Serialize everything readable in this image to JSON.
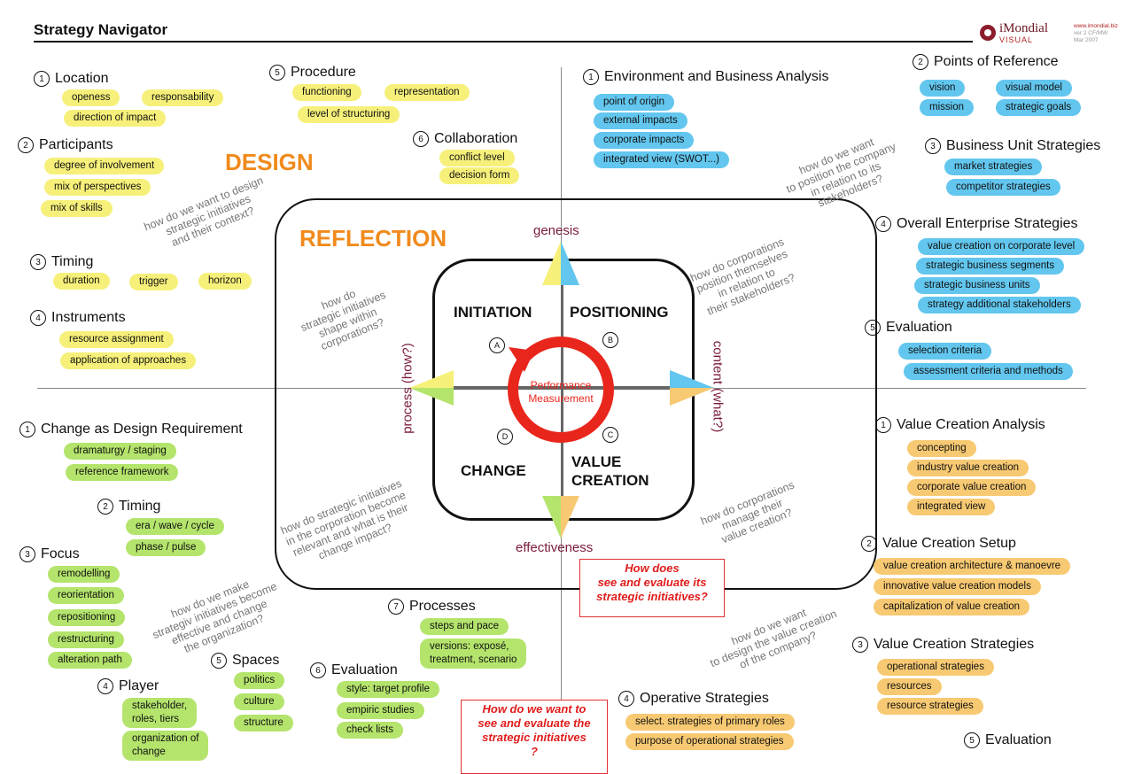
{
  "header": {
    "title": "Strategy Navigator",
    "logo_name": "iMondial",
    "logo_sub": "VISUAL",
    "meta_url": "www.imondial.biz",
    "meta_ver": "ver 2 CF/MW",
    "meta_date": "Mar 2007"
  },
  "design_label": "DESIGN",
  "reflection_label": "REFLECTION",
  "axes": {
    "genesis": "genesis",
    "effectiveness": "effectiveness",
    "process": "process (how?)",
    "content": "content (what?)"
  },
  "core": {
    "initiation": "INITIATION",
    "positioning": "POSITIONING",
    "change": "CHANGE",
    "value_creation": "VALUE\nCREATION",
    "center": "Performance\nMeasurement",
    "a": "A",
    "b": "B",
    "c": "C",
    "d": "D"
  },
  "questions": {
    "design": "how do we want to design\nstrategic initiatives\nand their context?",
    "shape": "how do\nstrategic initiatives\nshape within\ncorporations?",
    "position_company": "how do we want\nto position the company\nin relation to its\nstakeholders?",
    "position_corps": "how do corporations\nposition themselves\nin relation to\ntheir stakeholders?",
    "relevant": "how do strategic initiatives\nin the corporation become\nrelevant and what is their\nchange impact?",
    "manage": "how do corporations\nmanage their\nvalue creation?",
    "effective": "how do we make\nstrategiv initiatives become\neffective and change\nthe organization?",
    "design_value": "how do we want\nto design the value creation\nof the company?"
  },
  "red_boxes": {
    "r1": "How does\nsee and evaluate its\nstrategic initiatives?",
    "r2": "How do we want to\nsee and evaluate the\nstrategic initiatives\n?"
  },
  "sections": {
    "location": {
      "num": "1",
      "title": "Location",
      "items": [
        "openess",
        "responsability",
        "direction of impact"
      ]
    },
    "participants": {
      "num": "2",
      "title": "Participants",
      "items": [
        "degree of involvement",
        "mix of perspectives",
        "mix of skills"
      ]
    },
    "timing_tl": {
      "num": "3",
      "title": "Timing",
      "items": [
        "duration",
        "trigger",
        "horizon"
      ]
    },
    "instruments": {
      "num": "4",
      "title": "Instruments",
      "items": [
        "resource assignment",
        "application of approaches"
      ]
    },
    "procedure": {
      "num": "5",
      "title": "Procedure",
      "items": [
        "functioning",
        "representation",
        "level of structuring"
      ]
    },
    "collaboration": {
      "num": "6",
      "title": "Collaboration",
      "items": [
        "conflict level",
        "decision form"
      ]
    },
    "environment": {
      "num": "1",
      "title": "Environment and Business Analysis",
      "items": [
        "point of origin",
        "external impacts",
        "corporate impacts",
        "integrated view (SWOT...)"
      ]
    },
    "points": {
      "num": "2",
      "title": "Points of Reference",
      "items": [
        "vision",
        "visual model",
        "mission",
        "strategic goals"
      ]
    },
    "bus": {
      "num": "3",
      "title": "Business Unit Strategies",
      "items": [
        "market strategies",
        "competitor strategies"
      ]
    },
    "overall": {
      "num": "4",
      "title": "Overall Enterprise Strategies",
      "items": [
        "value creation on corporate level",
        "strategic business segments",
        "strategic business units",
        "strategy additional stakeholders"
      ]
    },
    "evaluation_tr": {
      "num": "5",
      "title": "Evaluation",
      "items": [
        "selection criteria",
        "assessment criteria and methods"
      ]
    },
    "change_req": {
      "num": "1",
      "title": "Change as Design Requirement",
      "items": [
        "dramaturgy / staging",
        "reference framework"
      ]
    },
    "timing_bl": {
      "num": "2",
      "title": "Timing",
      "items": [
        "era / wave / cycle",
        "phase / pulse"
      ]
    },
    "focus": {
      "num": "3",
      "title": "Focus",
      "items": [
        "remodelling",
        "reorientation",
        "repositioning",
        "restructuring",
        "alteration path"
      ]
    },
    "player": {
      "num": "4",
      "title": "Player",
      "items": [
        "stakeholder,\nroles, tiers",
        "organization of\nchange"
      ]
    },
    "spaces": {
      "num": "5",
      "title": "Spaces",
      "items": [
        "politics",
        "culture",
        "structure"
      ]
    },
    "evaluation_bl": {
      "num": "6",
      "title": "Evaluation",
      "items": [
        "style: target profile",
        "empiric studies",
        "check lists"
      ]
    },
    "processes": {
      "num": "7",
      "title": "Processes",
      "items": [
        "steps and pace",
        "versions: exposé,\ntreatment, scenario"
      ]
    },
    "vca": {
      "num": "1",
      "title": "Value Creation Analysis",
      "items": [
        "concepting",
        "industry value creation",
        "corporate value creation",
        "integrated view"
      ]
    },
    "vcs_setup": {
      "num": "2",
      "title": "Value Creation Setup",
      "items": [
        "value creation architecture & manoevre",
        "innovative value creation models",
        "capitalization of value creation"
      ]
    },
    "vcstrat": {
      "num": "3",
      "title": "Value Creation Strategies",
      "items": [
        "operational strategies",
        "resources",
        "resource strategies"
      ]
    },
    "operative": {
      "num": "4",
      "title": "Operative Strategies",
      "items": [
        "select. strategies of primary roles",
        "purpose of operational strategies"
      ]
    },
    "evaluation_br": {
      "num": "5",
      "title": "Evaluation",
      "items": []
    }
  },
  "colors": {
    "yellow": "#f6f07a",
    "blue": "#62c6ee",
    "green": "#b4e46c",
    "orange": "#f7c972",
    "red": "#e8261c",
    "accent": "#f08a1c"
  }
}
